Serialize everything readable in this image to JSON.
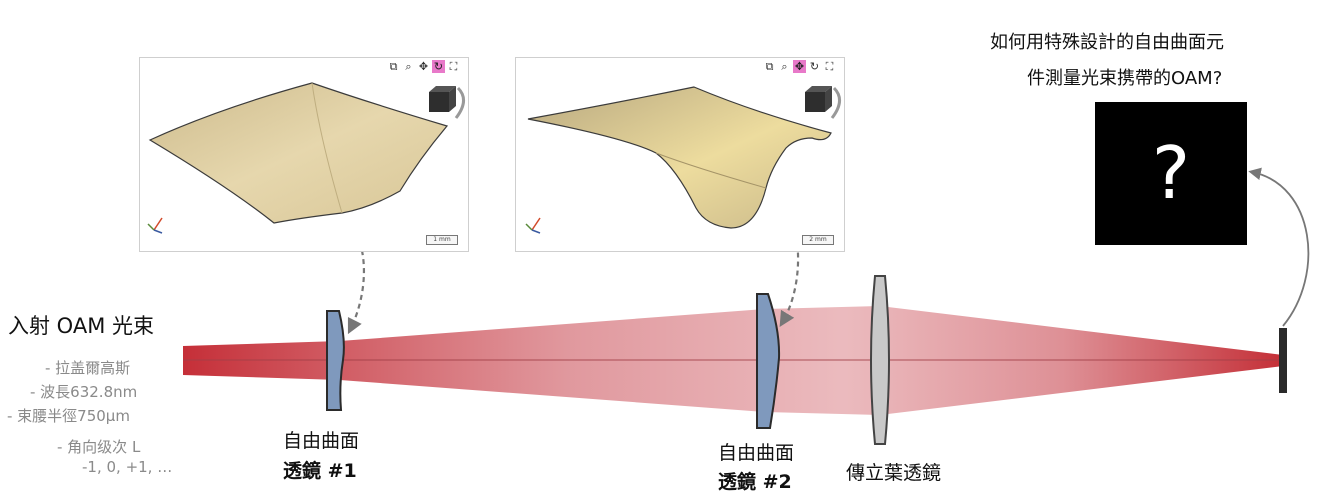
{
  "beam": {
    "title": "入射  OAM 光束",
    "params": [
      "-   拉盖爾高斯",
      "-  波長632.8nm",
      "-  束腰半徑750μm",
      "-    角向级次  L",
      "-1, 0, +1, …"
    ]
  },
  "lens1": {
    "line1": "自由曲面",
    "line2": "透鏡   #1"
  },
  "lens2": {
    "line1": "自由曲面",
    "line2": "透鏡   #2"
  },
  "fourier_lens": {
    "label": "傳立葉透鏡"
  },
  "question": {
    "line1": "如何用特殊設計的自由曲面元",
    "line2": "件測量光束携帶的OAM?",
    "box_text": "?"
  },
  "panel1": {
    "scale": "1 mm",
    "toolbar_icons": [
      "zoom-box-icon",
      "zoom-icon",
      "pan-icon",
      "rotate-icon",
      "fullscreen-icon"
    ],
    "toolbar_glyphs": [
      "⧉",
      "⌕",
      "✥",
      "↻",
      "⛶"
    ],
    "active_tool": 3
  },
  "panel2": {
    "scale": "2 mm",
    "toolbar_icons": [
      "zoom-box-icon",
      "zoom-icon",
      "pan-icon",
      "rotate-icon",
      "fullscreen-icon"
    ],
    "toolbar_glyphs": [
      "⧉",
      "⌕",
      "✥",
      "↻",
      "⛶"
    ],
    "active_tool": 2
  },
  "colors": {
    "beam": "#c8323c",
    "freeform_lens": "#7f99bd",
    "fourier_lens": "#c9c9c9",
    "surface": "#e3d4a8",
    "toolbar_active": "#e879c9"
  }
}
